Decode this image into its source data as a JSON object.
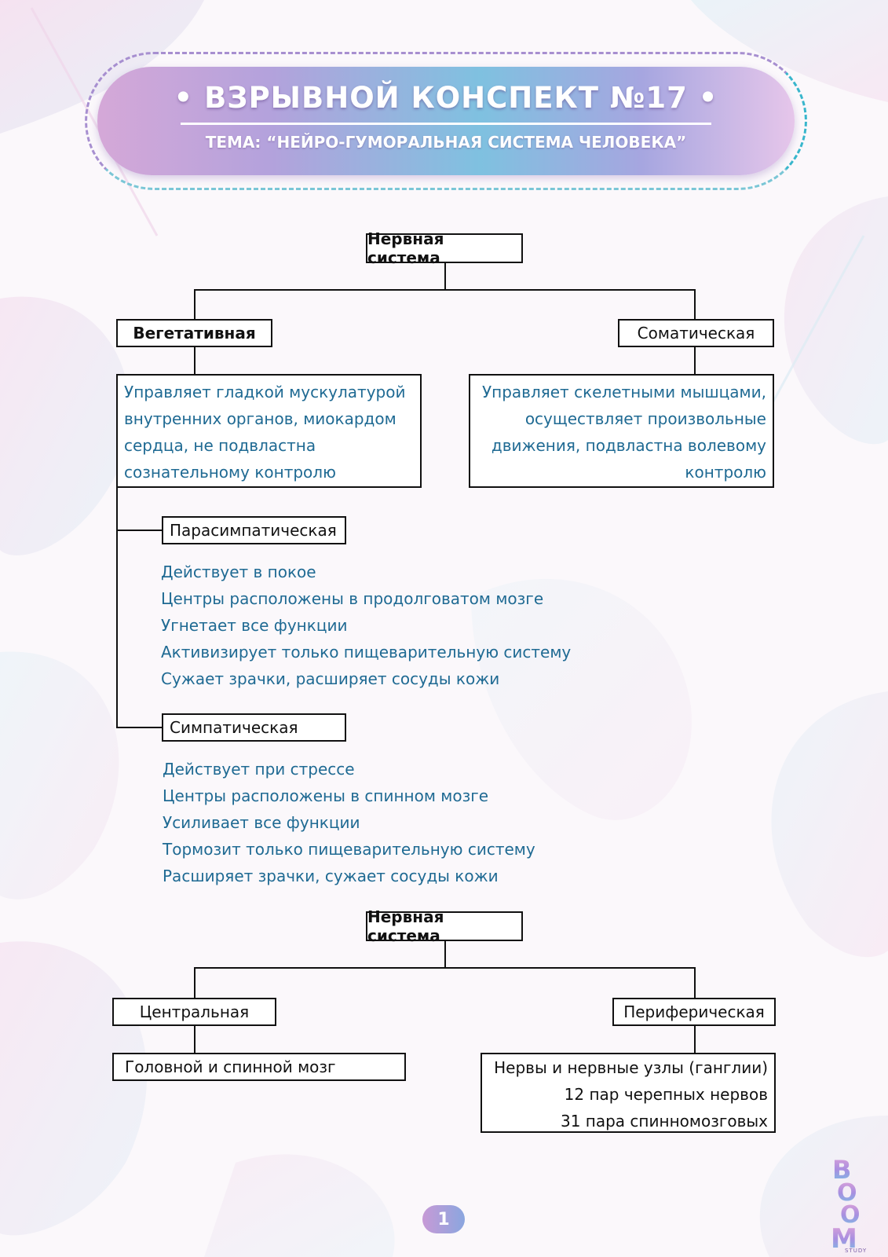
{
  "header": {
    "title": "• ВЗРЫВНОЙ КОНСПЕКТ №17 •",
    "subtitle": "ТЕМА: “НЕЙРО-ГУМОРАЛЬНАЯ СИСТЕМА ЧЕЛОВЕКА”"
  },
  "diagram1": {
    "root": "Нервная система",
    "left": {
      "label": "Вегетативная",
      "description": "Управляет гладкой мускулатурой\nвнутренних органов, миокардом\nсердца, не подвластна\nсознательному контролю"
    },
    "right": {
      "label": "Соматическая",
      "description": "Управляет скелетными мышцами,\nосуществляет произвольные\nдвижения, подвластна волевому\nконтролю"
    },
    "parasympathetic": {
      "label": "Парасимпатическая",
      "items": [
        "Действует в покое",
        "Центры расположены в продолговатом мозге",
        "Угнетает все функции",
        "Активизирует только пищеварительную систему",
        "Сужает зрачки, расширяет сосуды кожи"
      ]
    },
    "sympathetic": {
      "label": "Симпатическая",
      "items": [
        "Действует при стрессе",
        "Центры расположены в спинном мозге",
        "Усиливает все функции",
        "Тормозит только пищеварительную систему",
        "Расширяет зрачки, сужает сосуды кожи"
      ]
    }
  },
  "diagram2": {
    "root": "Нервная система",
    "left": {
      "label": "Центральная",
      "description": "Головной и спинной мозг"
    },
    "right": {
      "label": "Периферическая",
      "description": "Нервы и нервные узлы (ганглии)\n12 пар черепных нервов\n31 пара спинномозговых"
    }
  },
  "page_number": "1",
  "logo": {
    "letters": "BOOM",
    "caption": "STUDY"
  },
  "colors": {
    "text_blue": "#1f6a93",
    "box_border": "#111111",
    "banner_purple": "#b3a2dc",
    "banner_teal": "#7fc1e0"
  }
}
